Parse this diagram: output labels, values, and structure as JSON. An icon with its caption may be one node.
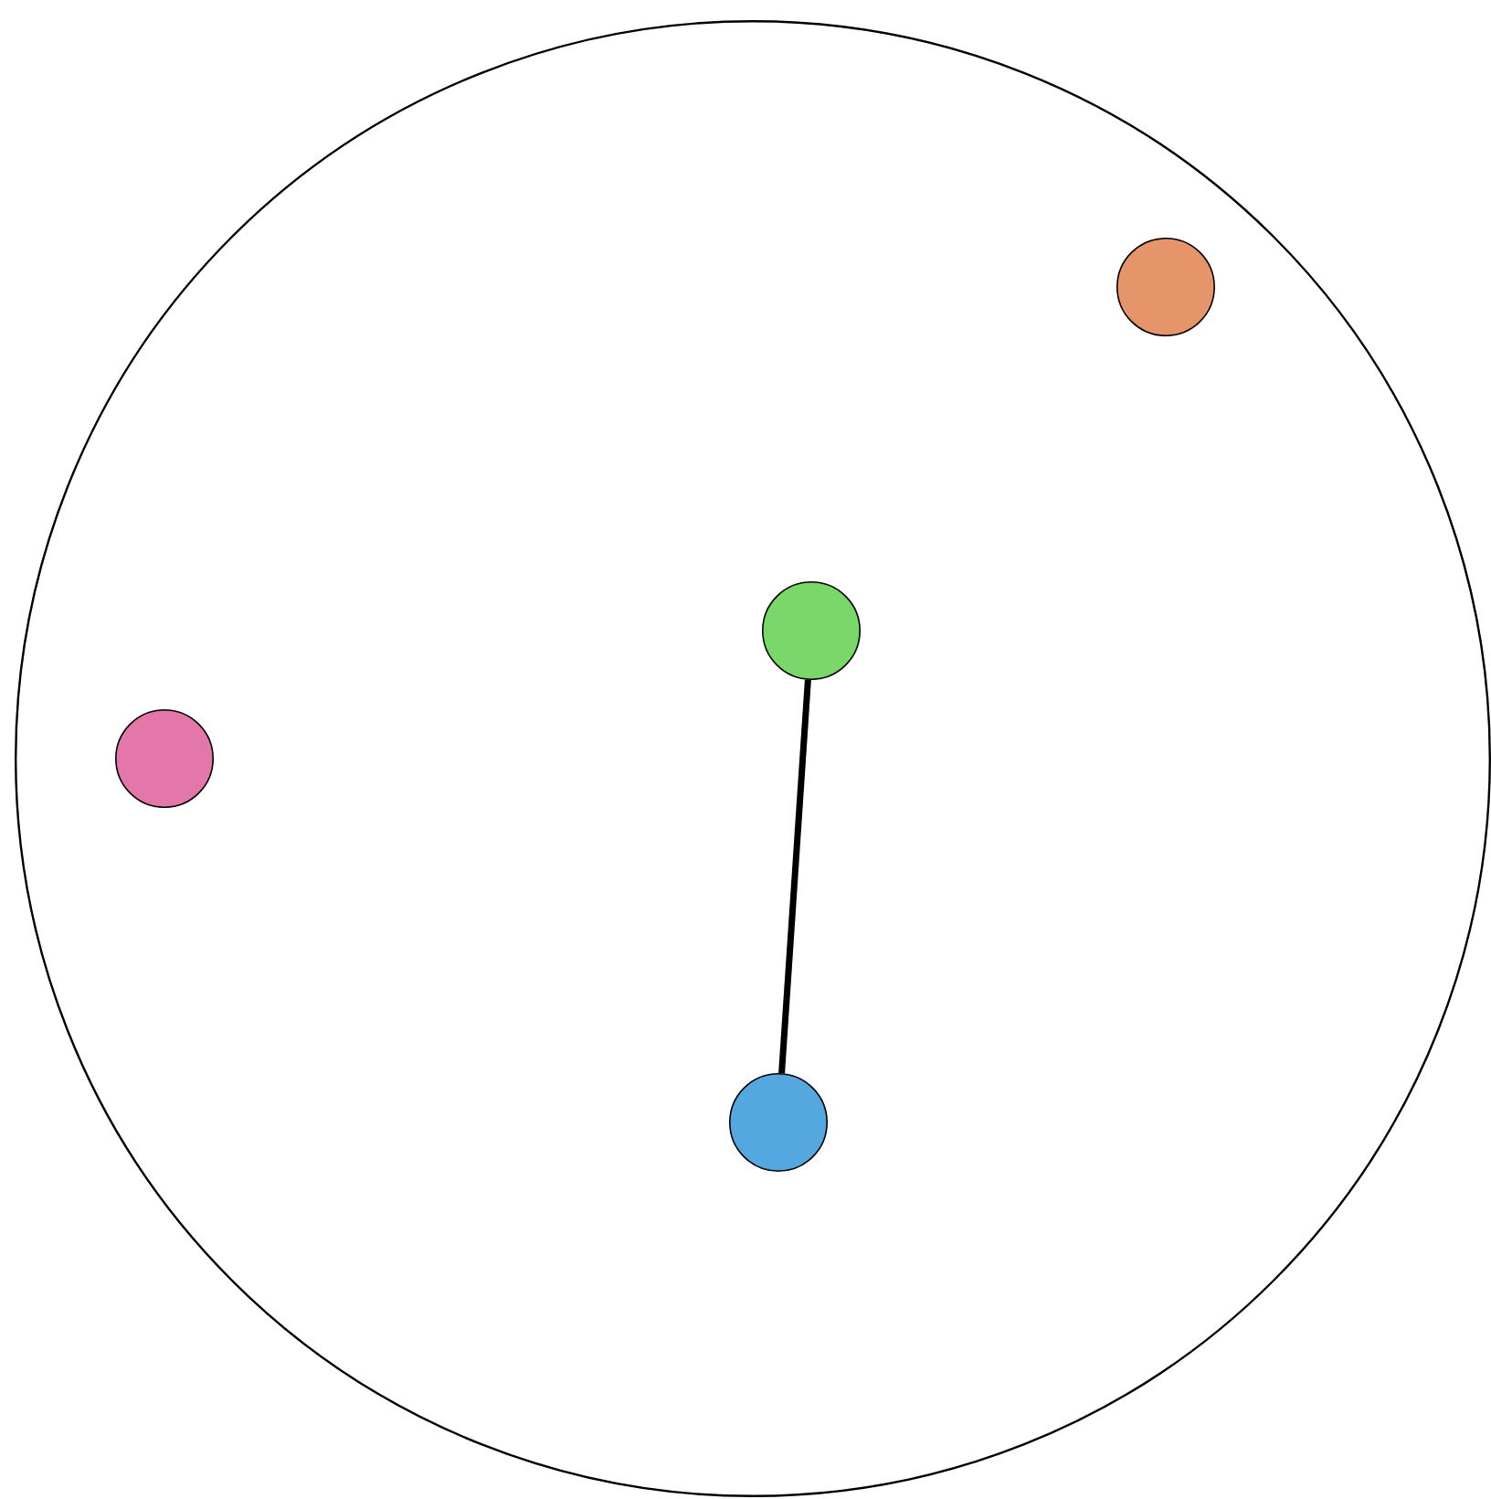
{
  "diagram": {
    "nodes": [
      {
        "text": [],
        "shape": "circle"
      },
      {
        "text": [],
        "shape": "circle",
        "in": 0
      },
      {
        "text": [],
        "shape": "circle",
        "in": 0
      },
      {
        "text": [],
        "shape": "circle",
        "in": 0
      },
      {
        "text": [],
        "shape": "circle",
        "in": 0
      }
    ],
    "edges": [
      {
        "from": 3,
        "to": 2,
        "arrow": "none"
      }
    ]
  }
}
